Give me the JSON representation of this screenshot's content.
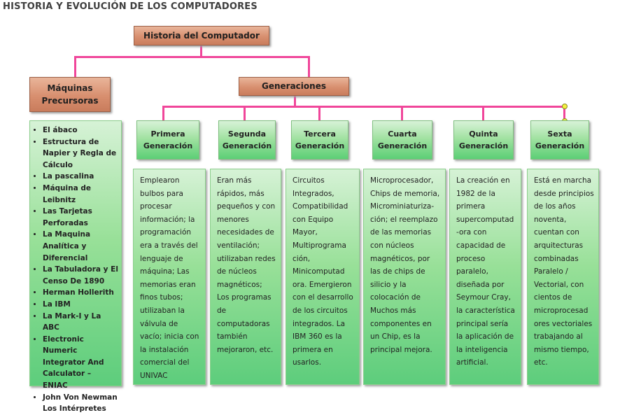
{
  "title": "HISTORIA Y EVOLUCIÓN DE LOS COMPUTADORES",
  "root": "Historia del Computador",
  "precursoras": {
    "title": "Máquinas Precursoras",
    "items": [
      "El ábaco",
      "Estructura de Napier y Regla de Cálculo",
      "La pascalina",
      "Máquina de Leibnitz",
      "Las Tarjetas Perforadas",
      "La Maquina Analítica y Diferencial",
      "La Tabuladora  y El Censo De 1890",
      "Herman Hollerith",
      "La IBM",
      "La Mark-I y La ABC",
      "Electronic Numeric Integrator And Calculator – ENIAC",
      "John Von Newman Los Intérpretes"
    ]
  },
  "generaciones": {
    "title": "Generaciones",
    "items": [
      {
        "name": "Primera Generación",
        "text": "Emplearon bulbos para procesar información; la programación era a través del lenguaje de máquina; Las memorias eran finos tubos; utilizaban la válvula de vacío; inicia con la instalación comercial del UNIVAC"
      },
      {
        "name": "Segunda Generación",
        "text": "Eran más rápidos, más pequeños y con menores necesidades de ventilación; utilizaban redes de núcleos magnéticos; Los programas de computadoras también mejoraron, etc."
      },
      {
        "name": "Tercera Generación",
        "text": "Circuitos Integrados, Compatibilidad con Equipo Mayor, Multiprograma ción, Minicomputad ora. Emergieron con el desarrollo de los circuitos integrados. La IBM 360 es la primera en usarlos."
      },
      {
        "name": "Cuarta Generación",
        "text": "Microprocesador, Chips de memoria, Microminiaturiza- ción; el reemplazo de las memorias con núcleos magnéticos, por las de chips de silicio y la colocación de Muchos más componentes en un Chip, es la principal mejora."
      },
      {
        "name": "Quinta Generación",
        "text": "La creación en 1982 de la primera supercomputad -ora con capacidad de proceso paralelo, diseñada por Seymour Cray, la característica principal sería la aplicación de la inteligencia artificial."
      },
      {
        "name": "Sexta Generación",
        "text": "Está en marcha desde principios de los años noventa, cuentan con arquitecturas combinadas Paralelo / Vectorial, con cientos de microprocesad ores vectoriales trabajando al mismo tiempo, etc."
      }
    ]
  }
}
